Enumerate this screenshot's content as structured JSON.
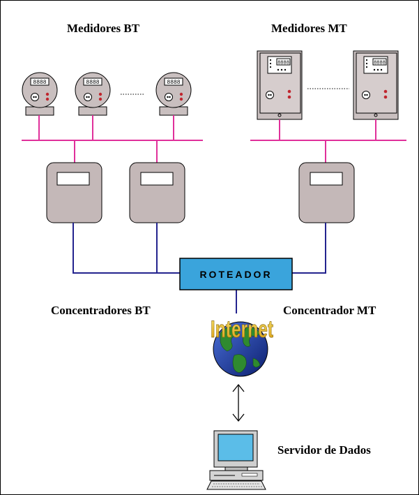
{
  "labels": {
    "meters_bt": "Medidores BT",
    "meters_mt": "Medidores MT",
    "concentrators_bt": "Concentradores BT",
    "concentrator_mt": "Concentrador MT",
    "data_server": "Servidor de Dados"
  },
  "router": {
    "label": "ROTEADOR"
  },
  "internet": {
    "label": "Internet"
  },
  "meter_display": "8888",
  "colors": {
    "bus_line": "#e0309a",
    "link_line": "#23238e",
    "router_fill": "#3aa4dc",
    "concentrator_fill": "#c4b8b8",
    "meter_fill": "#c9bfbf",
    "internet_text": "#e8b820",
    "globe_ocean": "#1f3fae",
    "globe_land": "#2f8a2f"
  }
}
